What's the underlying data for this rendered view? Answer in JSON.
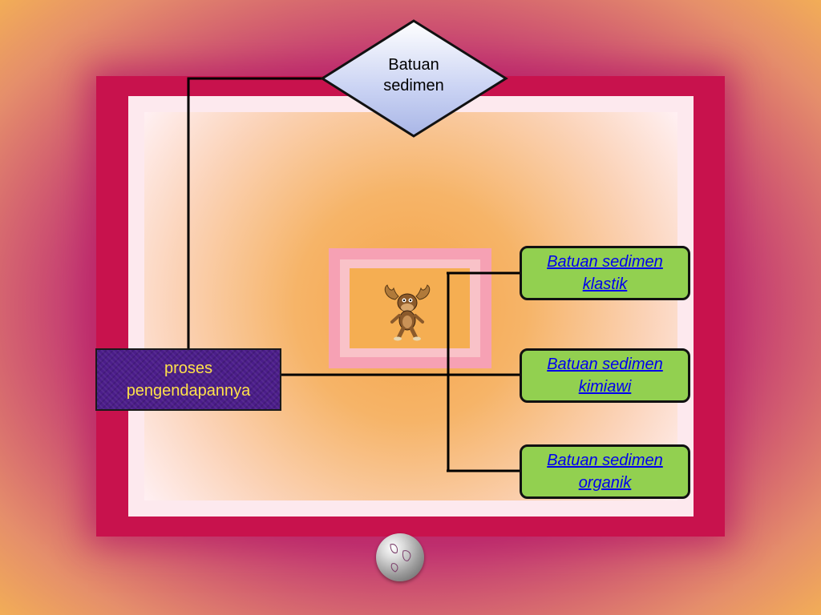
{
  "diagram": {
    "root": {
      "line1": "Batuan",
      "line2": "sedimen"
    },
    "process": {
      "line1": "proses",
      "line2": "pengendapannya"
    },
    "items": [
      {
        "line1": "Batuan sedimen",
        "line2": "klastik"
      },
      {
        "line1": "Batuan sedimen",
        "line2": "kimiawi"
      },
      {
        "line1": "Batuan sedimen",
        "line2": "organik"
      }
    ]
  },
  "colors": {
    "root_fill_top": "#ffffff",
    "root_fill_bottom": "#b7c3ee",
    "process_fill": "#4b1d8a",
    "process_text": "#ffe14a",
    "item_fill": "#92d050",
    "link_text": "#0000ee",
    "frame_magenta": "#c8124d",
    "center_orange": "#f4a54a"
  },
  "icons": {
    "center_character": "moose-cartoon-icon",
    "bottom_button": "globe-icon"
  }
}
